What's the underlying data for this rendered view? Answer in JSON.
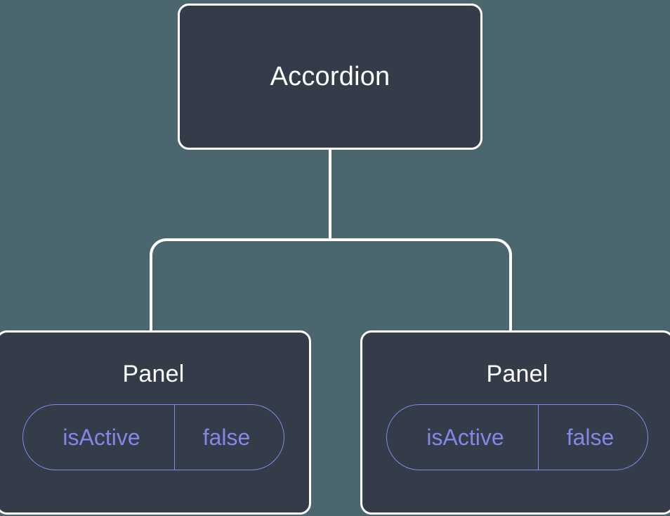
{
  "diagram": {
    "type": "component-tree",
    "background_color": "#4b666f",
    "node_fill_color": "#343b49",
    "node_border_color": "#ffffff",
    "connector_color": "#ffffff",
    "prop_accent_color": "#8188e8",
    "root": {
      "label": "Accordion"
    },
    "children": [
      {
        "label": "Panel",
        "props": [
          {
            "key": "isActive",
            "value": "false"
          }
        ]
      },
      {
        "label": "Panel",
        "props": [
          {
            "key": "isActive",
            "value": "false"
          }
        ]
      }
    ]
  }
}
